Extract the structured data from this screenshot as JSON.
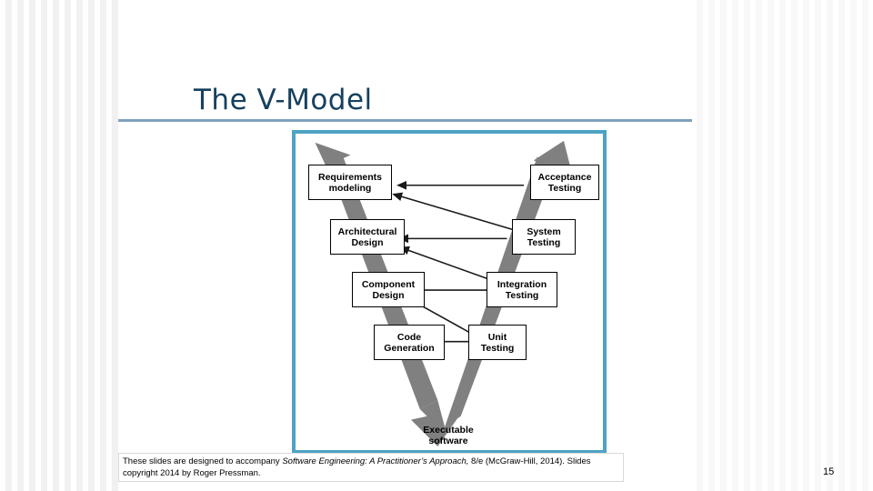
{
  "slide": {
    "title": "The V-Model",
    "page_number": "15",
    "footnote_prefix": "These slides are designed to accompany ",
    "footnote_italic": "Software Engineering: A Practitioner’s Approach,",
    "footnote_suffix": " 8/e (McGraw-Hill, 2014). Slides copyright 2014 by Roger Pressman."
  },
  "colors": {
    "title": "#16405e",
    "rule": "#7fa0bd",
    "frame_border": "#4ea3c4",
    "arrow_gray": "#808080",
    "box_border": "#000000"
  },
  "diagram": {
    "name": "v-model-diagram",
    "left_boxes": [
      {
        "id": "requirements-modeling",
        "label": "Requirements\nmodeling"
      },
      {
        "id": "architectural-design",
        "label": "Architectural\nDesign"
      },
      {
        "id": "component-design",
        "label": "Component\nDesign"
      },
      {
        "id": "code-generation",
        "label": "Code\nGeneration"
      }
    ],
    "right_boxes": [
      {
        "id": "acceptance-testing",
        "label": "Acceptance\nTesting"
      },
      {
        "id": "system-testing",
        "label": "System\nTesting"
      },
      {
        "id": "integration-testing",
        "label": "Integration\nTesting"
      },
      {
        "id": "unit-testing",
        "label": "Unit\nTesting"
      }
    ],
    "bottom_label": "Executable\nsoftware",
    "connectors": [
      {
        "from": "acceptance-testing",
        "to": "requirements-modeling"
      },
      {
        "from": "system-testing",
        "to": "architectural-design"
      },
      {
        "from": "integration-testing",
        "to": "component-design"
      },
      {
        "from": "unit-testing",
        "to": "code-generation"
      }
    ]
  }
}
